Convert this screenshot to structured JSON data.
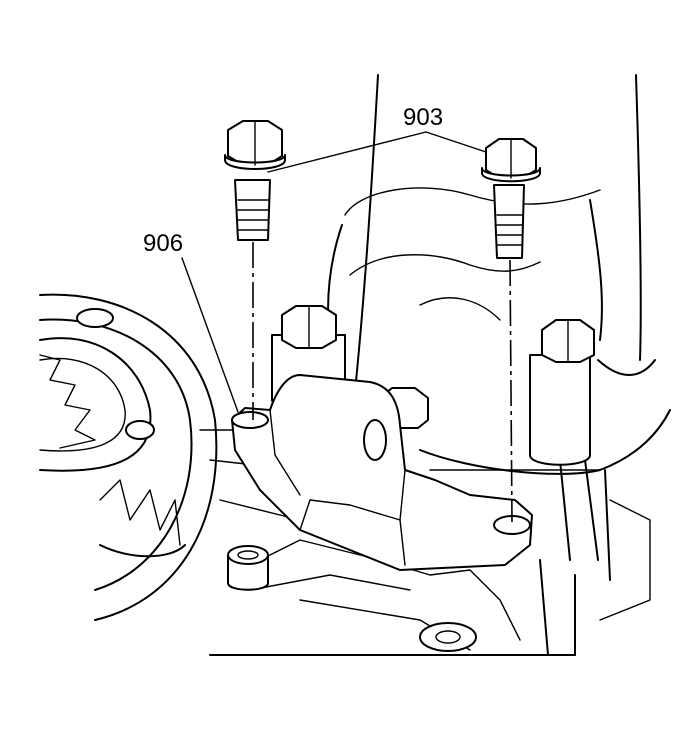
{
  "callouts": [
    {
      "id": "903",
      "label": "903"
    },
    {
      "id": "906",
      "label": "906"
    }
  ],
  "colors": {
    "ink": "#000000",
    "paper": "#ffffff"
  }
}
